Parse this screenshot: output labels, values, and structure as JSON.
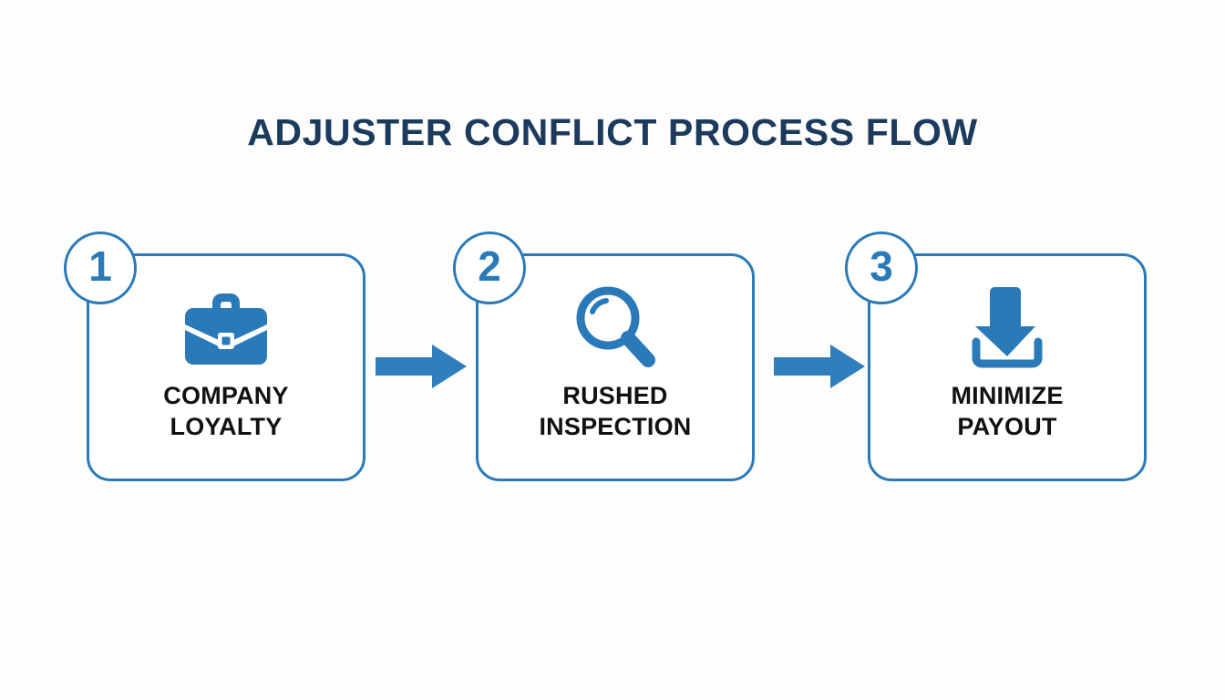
{
  "page": {
    "title": "ADJUSTER CONFLICT PROCESS FLOW",
    "background_color": "#fdfdfd",
    "title_color": "#1b3a5c",
    "accent_color": "#2a7ab9",
    "label_color": "#111111"
  },
  "flow": {
    "steps": [
      {
        "number": "1",
        "label": "COMPANY\nLOYALTY",
        "icon": "briefcase-icon"
      },
      {
        "number": "2",
        "label": "RUSHED\nINSPECTION",
        "icon": "magnifying-glass-icon"
      },
      {
        "number": "3",
        "label": "MINIMIZE\nPAYOUT",
        "icon": "download-arrow-icon"
      }
    ],
    "connectors": [
      {
        "name": "arrow-right-icon",
        "from": "1",
        "to": "2"
      },
      {
        "name": "arrow-right-icon",
        "from": "2",
        "to": "3"
      }
    ]
  },
  "chart_data": {
    "type": "diagram",
    "diagram_kind": "process-flow",
    "title": "ADJUSTER CONFLICT PROCESS FLOW",
    "orientation": "horizontal",
    "nodes": [
      {
        "id": 1,
        "label": "COMPANY LOYALTY",
        "icon": "briefcase"
      },
      {
        "id": 2,
        "label": "RUSHED INSPECTION",
        "icon": "magnifying-glass"
      },
      {
        "id": 3,
        "label": "MINIMIZE PAYOUT",
        "icon": "download-arrow"
      }
    ],
    "edges": [
      {
        "from": 1,
        "to": 2,
        "style": "block-arrow"
      },
      {
        "from": 2,
        "to": 3,
        "style": "block-arrow"
      }
    ]
  }
}
